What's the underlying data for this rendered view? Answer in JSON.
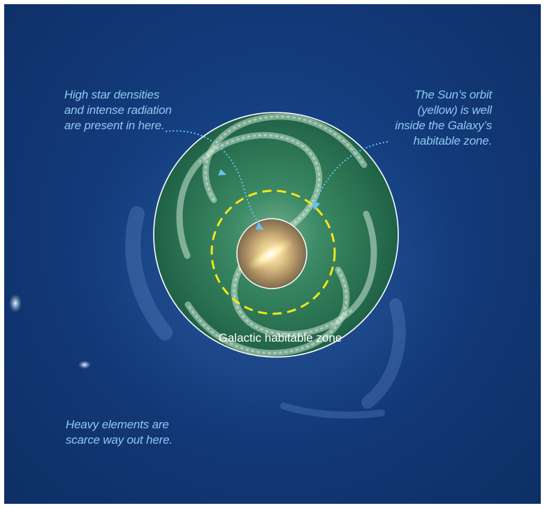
{
  "colors": {
    "background": "#143e80",
    "habitable_zone": "#2f7a58",
    "habitable_zone_border": "#ffffff",
    "sun_orbit": "#f5e61a",
    "callout_text": "#8ec9ef",
    "callout_arrow": "#67c3ee"
  },
  "labels": {
    "zone": "Galactic habitable zone"
  },
  "callouts": {
    "center": "High star densities\nand intense radiation\nare present in here.",
    "sun_orbit": "The Sun’s orbit\n(yellow) is well\ninside the Galaxy’s\nhabitable zone.",
    "outer": "Heavy elements are\nscarce way out here."
  }
}
